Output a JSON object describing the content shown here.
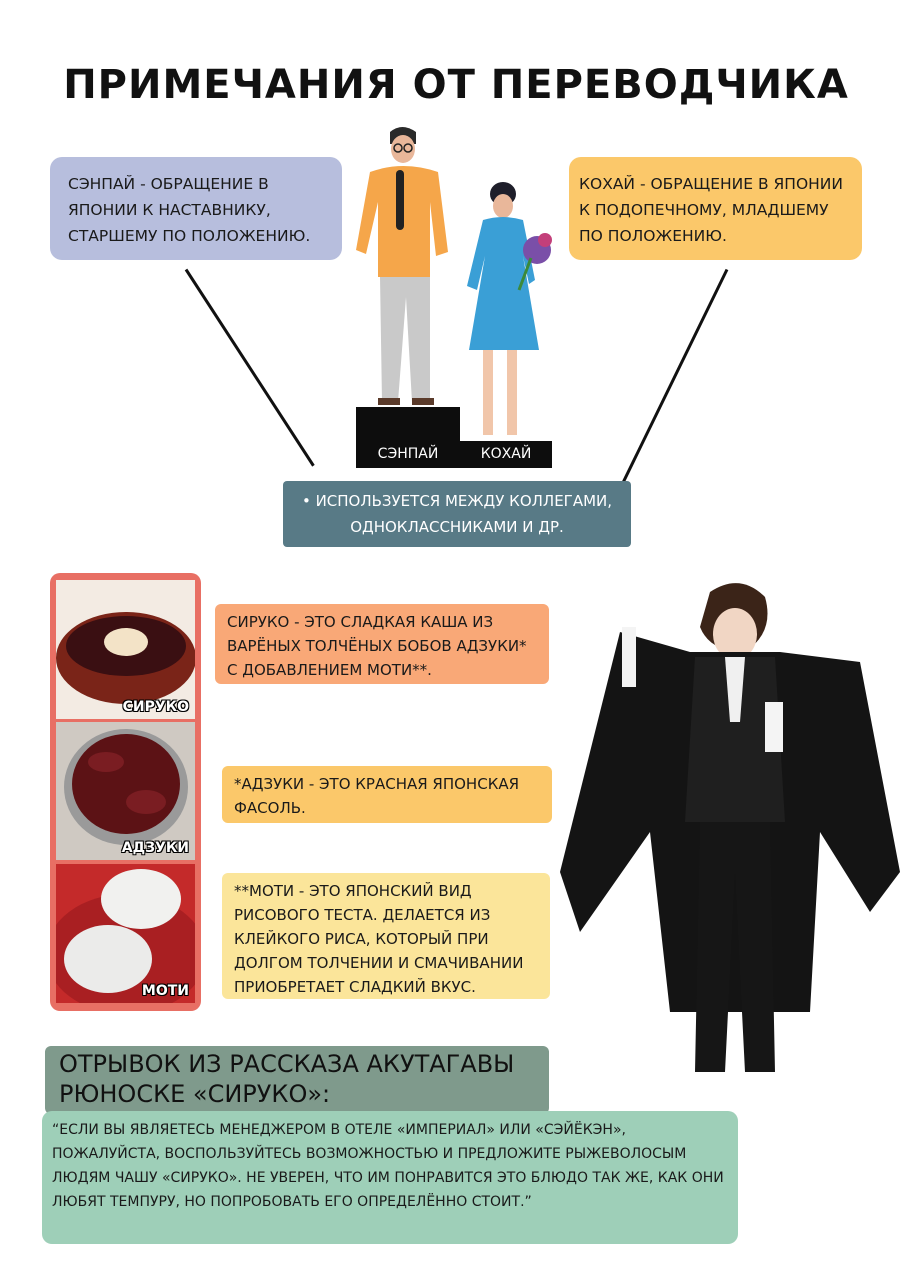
{
  "title": "ПРИМЕЧАНИЯ ОТ ПЕРЕВОДЧИКА",
  "senpai_note": "СЭНПАЙ - ОБРАЩЕНИЕ В ЯПОНИИ К НАСТАВНИКУ, СТАРШЕМУ ПО ПОЛОЖЕНИЮ.",
  "kohai_note": "КОХАЙ - ОБРАЩЕНИЕ В ЯПОНИИ К ПОДОПЕЧНОМУ, МЛАДШЕМУ ПО ПОЛОЖЕНИЮ.",
  "podium": {
    "senpai": "СЭНПАЙ",
    "kohai": "КОХАЙ"
  },
  "usage_note": "• ИСПОЛЬЗУЕТСЯ МЕЖДУ КОЛЛЕГАМИ, ОДНОКЛАССНИКАМИ И ДР.",
  "food_labels": {
    "shiruko": "СИРУКО",
    "adzuki": "АДЗУКИ",
    "mochi": "МОТИ"
  },
  "notes": {
    "shiruko": "СИРУКО - ЭТО СЛАДКАЯ КАША ИЗ ВАРЁНЫХ ТОЛЧЁНЫХ БОБОВ АДЗУКИ* С ДОБАВЛЕНИЕМ МОТИ**.",
    "adzuki": "*АДЗУКИ - ЭТО КРАСНАЯ ЯПОНСКАЯ ФАСОЛЬ.",
    "mochi": "**МОТИ - ЭТО ЯПОНСКИЙ ВИД РИСОВОГО ТЕСТА. ДЕЛАЕТСЯ ИЗ КЛЕЙКОГО РИСА, КОТОРЫЙ ПРИ ДОЛГОМ ТОЛЧЕНИИ И СМАЧИВАНИИ ПРИОБРЕТАЕТ СЛАДКИЙ ВКУС."
  },
  "excerpt": {
    "heading": "ОТРЫВОК ИЗ РАССКАЗА АКУТАГАВЫ РЮНОСКЕ «СИРУКО»:",
    "text": "“ЕСЛИ ВЫ ЯВЛЯЕТЕСЬ МЕНЕДЖЕРОМ В ОТЕЛЕ «ИМПЕРИАЛ» ИЛИ «СЭЙЁКЭН», ПОЖАЛУЙСТА, ВОСПОЛЬЗУЙТЕСЬ ВОЗМОЖНОСТЬЮ И ПРЕДЛОЖИТЕ РЫЖЕВОЛОСЫМ ЛЮДЯМ ЧАШУ «СИРУКО». НЕ УВЕРЕН, ЧТО ИМ ПОНРАВИТСЯ ЭТО БЛЮДО ТАК ЖЕ, КАК ОНИ ЛЮБЯТ ТЕМПУРУ, НО ПОПРОБОВАТЬ ЕГО ОПРЕДЕЛЁННО СТОИТ.”"
  },
  "colors": {
    "senpai_box": "#b7bedd",
    "kohai_box": "#fbc86a",
    "usage_box": "#587a86",
    "food_frame": "#e86f64",
    "note_shiruko": "#f9a877",
    "note_adzuki": "#fbc86a",
    "note_mochi": "#fbe59a",
    "excerpt_head": "#7f9a8c",
    "excerpt_body": "#9ecfb8"
  }
}
